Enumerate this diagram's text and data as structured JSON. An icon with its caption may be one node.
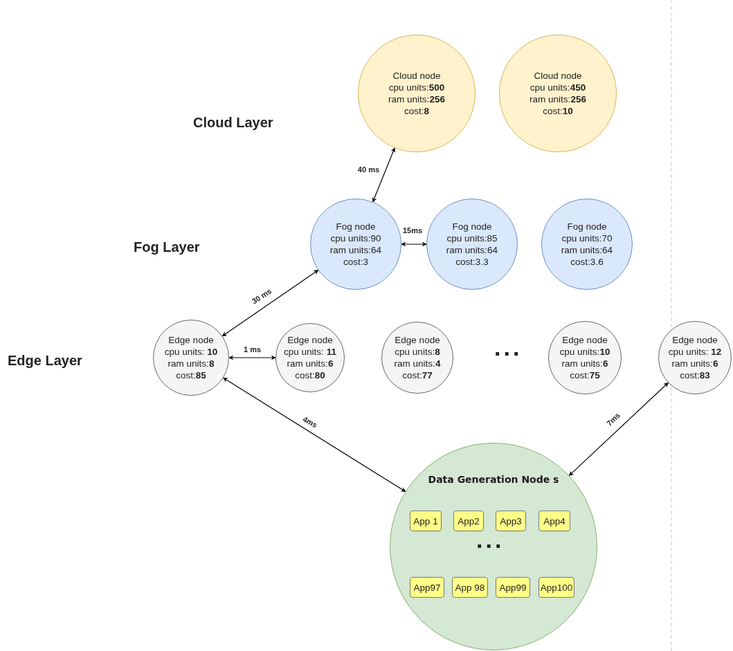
{
  "diagram": {
    "nodes": [
      {
        "text": [
          "Cloud node",
          "cpu units:**500**",
          "ram units:**256**",
          "cost:**8**"
        ]
      },
      {
        "text": [
          "Cloud node",
          "cpu units:**450**",
          "ram units:**256**",
          "cost:**10**"
        ]
      },
      {
        "text": [
          "Fog node",
          "cpu units:90",
          "ram units:64",
          "cost:3"
        ]
      },
      {
        "text": [
          "Fog node",
          "cpu units:85",
          "ram units:64",
          "cost:3.3"
        ]
      },
      {
        "text": [
          "Fog node",
          "cpu units:70",
          "ram units:64",
          "cost:3.6"
        ]
      },
      {
        "text": [
          "Edge node",
          "cpu units: **10**",
          "ram units:**8**",
          "cost:**85**"
        ]
      },
      {
        "text": [
          "Edge node",
          "cpu units: **11**",
          "ram units:**6**",
          "cost:**80**"
        ]
      },
      {
        "text": [
          "Edge node",
          "cpu units:**8**",
          "ram units:**4**",
          "cost:**77**"
        ]
      },
      {
        "text": [
          "Edge node",
          "cpu units:**10**",
          "ram units:**6**",
          "cost:**75**"
        ]
      },
      {
        "text": [
          "Edge node",
          "cpu units: **12**",
          "ram units:**6**",
          "cost:**83**"
        ]
      },
      {
        "text": [
          "Data Generation Node s"
        ]
      },
      {
        "text": [
          "App 1"
        ],
        "in": 10
      },
      {
        "text": [
          "App2"
        ],
        "in": 10
      },
      {
        "text": [
          "App3"
        ],
        "in": 10
      },
      {
        "text": [
          "App4"
        ],
        "in": 10
      },
      {
        "text": [
          "App97"
        ],
        "in": 10
      },
      {
        "text": [
          "App 98"
        ],
        "in": 10
      },
      {
        "text": [
          "App99"
        ],
        "in": 10
      },
      {
        "text": [
          "App100"
        ],
        "in": 10
      }
    ],
    "edges": [
      {
        "from": 0,
        "to": 2,
        "arrow": "both",
        "label": "40 ms"
      },
      {
        "from": 2,
        "to": 3,
        "arrow": "both",
        "label": "15ms"
      },
      {
        "from": 2,
        "to": 5,
        "arrow": "both",
        "label": "30 ms"
      },
      {
        "from": 5,
        "to": 6,
        "arrow": "both",
        "label": "1 ms"
      },
      {
        "from": 5,
        "to": 10,
        "arrow": "both",
        "label": "4ms"
      },
      {
        "from": 9,
        "to": 10,
        "arrow": "both",
        "label": "7ms"
      }
    ],
    "labels": [
      "Cloud Layer",
      "Fog Layer",
      "Edge Layer",
      "...",
      "..."
    ]
  }
}
